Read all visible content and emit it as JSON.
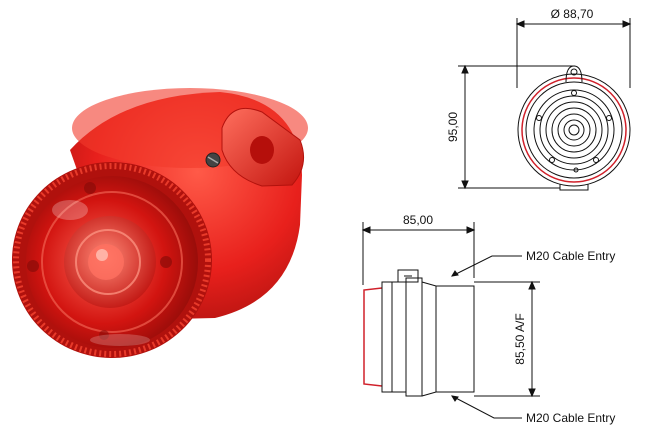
{
  "photo": {
    "subject": "red-sounder-beacon",
    "body_color": "#e8201c",
    "lens_color": "#d21410"
  },
  "top_view": {
    "diameter_label": "Ø 88,70",
    "height_label": "95,00",
    "outline_accent": "#d0202a"
  },
  "side_view": {
    "depth_label": "85,00",
    "across_flats_label": "85,50 A/F",
    "cable_entry_top": "M20 Cable Entry",
    "cable_entry_bottom": "M20 Cable Entry",
    "outline_accent": "#d0202a"
  }
}
